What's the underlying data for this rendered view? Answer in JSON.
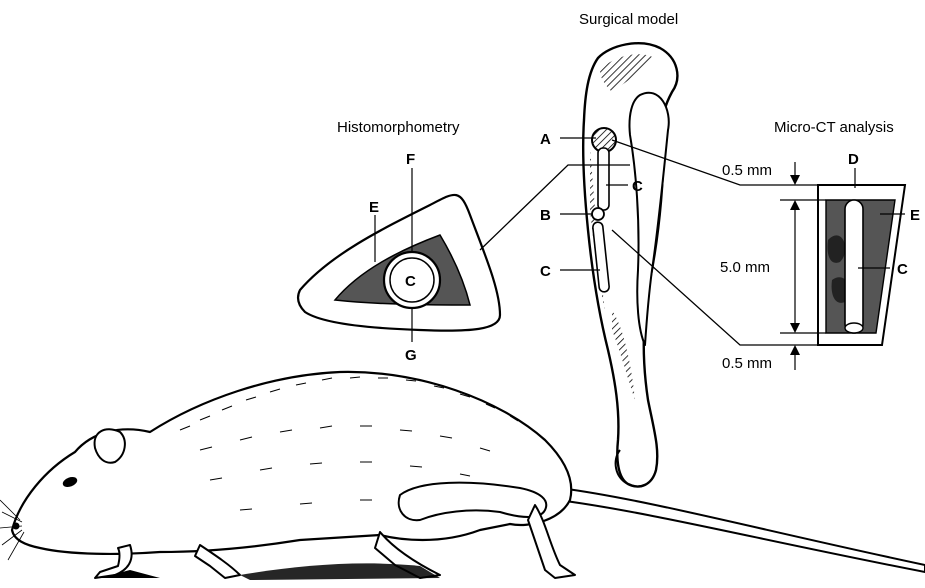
{
  "titles": {
    "surgical": "Surgical model",
    "histo": "Histomorphometry",
    "microct": "Micro-CT analysis"
  },
  "labels": {
    "A": "A",
    "B": "B",
    "C_upper": "C",
    "C_lower": "C",
    "C_histo": "C",
    "C_microct": "C",
    "D": "D",
    "E_histo": "E",
    "E_microct": "E",
    "F": "F",
    "G": "G"
  },
  "measurements": {
    "top_gap": "0.5 mm",
    "length": "5.0 mm",
    "bottom_gap": "0.5 mm"
  },
  "colors": {
    "ink": "#000000",
    "bone_shade": "#555555",
    "paper": "#ffffff"
  }
}
